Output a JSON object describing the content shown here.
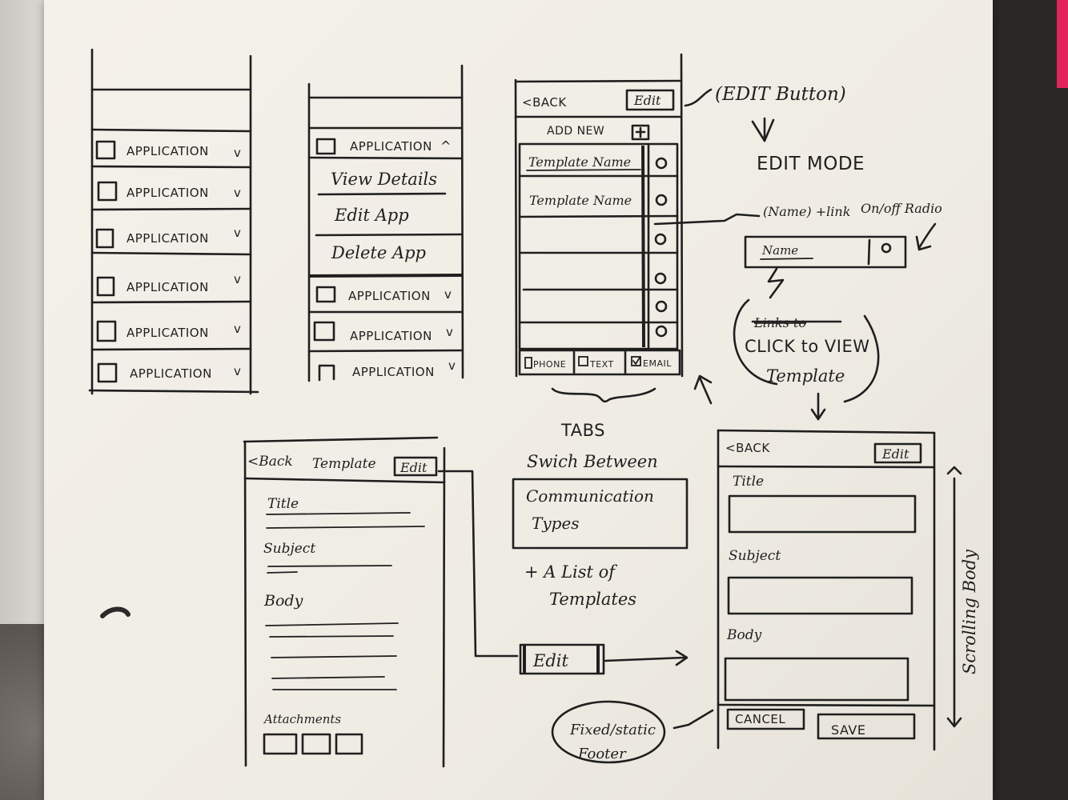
{
  "app_list": {
    "item_label": "APPLICATION"
  },
  "app_menu": {
    "expanded_label": "APPLICATION",
    "options": [
      "View Details",
      "Edit App",
      "Delete App"
    ],
    "item_label": "APPLICATION"
  },
  "template_list": {
    "back_label": "<BACK",
    "edit_label": "Edit",
    "add_new_label": "ADD NEW",
    "rows": [
      "Template Name",
      "Template Name"
    ],
    "tabs": [
      "PHONE",
      "TEXT",
      "EMAIL"
    ]
  },
  "notes": {
    "edit_button": "(EDIT Button)",
    "edit_mode": "EDIT MODE",
    "name_link": "(Name) +link",
    "onoff_radio": "On/off Radio",
    "name": "Name",
    "click_to_view_struck": "Links to",
    "click_to_view": "CLICK to VIEW",
    "template": "Template",
    "tabs_title": "TABS",
    "switch_between": "Swich Between",
    "communication": "Communication",
    "types": "Types",
    "list_of_templates_1": "+ A List of",
    "list_of_templates_2": "Templates",
    "edit_arrow": "Edit",
    "scrolling_body": "Scrolling Body",
    "fixed_footer_1": "Fixed/static",
    "fixed_footer_2": "Footer"
  },
  "template_view": {
    "back_label": "<Back",
    "title": "Template",
    "edit_label": "Edit",
    "fields": [
      "Title",
      "Subject",
      "Body"
    ],
    "attachments_label": "Attachments"
  },
  "template_edit": {
    "back_label": "<BACK",
    "edit_label": "Edit",
    "fields": [
      "Title",
      "Subject",
      "Body"
    ],
    "cancel_label": "CANCEL",
    "save_label": "SAVE"
  }
}
